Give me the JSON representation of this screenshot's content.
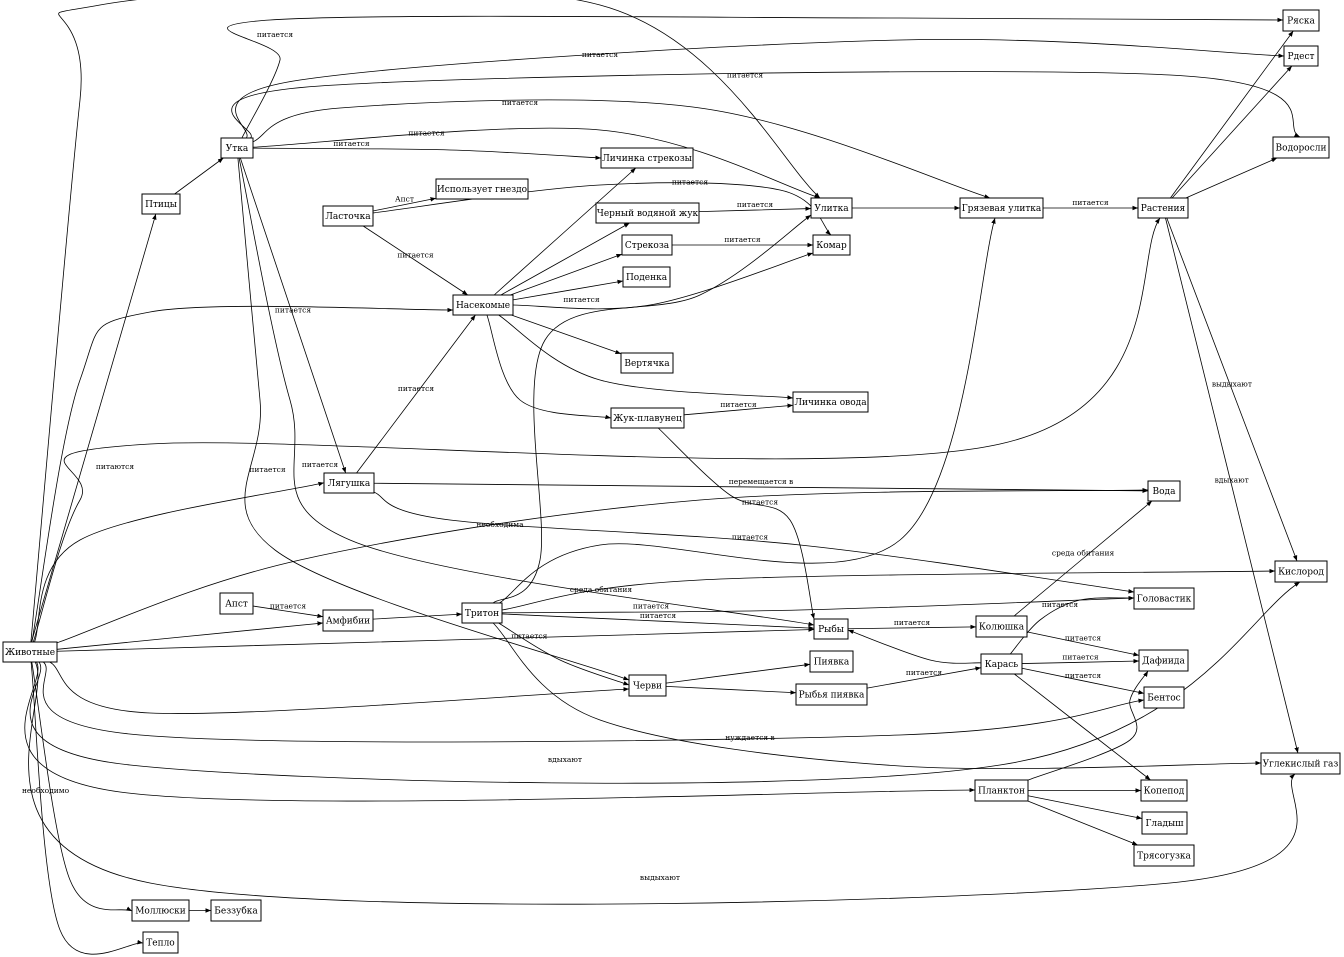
{
  "diagram": {
    "type": "directed-graph",
    "nodes": [
      {
        "id": "zhivotnye",
        "label": "Животные"
      },
      {
        "id": "ptitsy",
        "label": "Птицы"
      },
      {
        "id": "utka",
        "label": "Утка"
      },
      {
        "id": "lastochka",
        "label": "Ласточка"
      },
      {
        "id": "ispolzuet_gnezdo",
        "label": "Использует гнездо"
      },
      {
        "id": "lichinka_strekozy",
        "label": "Личинка стрекозы"
      },
      {
        "id": "chernyi_vodyanoi_zhuk",
        "label": "Черный водяной жук"
      },
      {
        "id": "strekoza",
        "label": "Стрекоза"
      },
      {
        "id": "podenka",
        "label": "Поденка"
      },
      {
        "id": "nasekomye",
        "label": "Насекомые"
      },
      {
        "id": "vertyachka",
        "label": "Вертячка"
      },
      {
        "id": "zhuk_plavunets",
        "label": "Жук-плавунец"
      },
      {
        "id": "lichinka_ovoda",
        "label": "Личинка овода"
      },
      {
        "id": "ulitka",
        "label": "Улитка"
      },
      {
        "id": "komar",
        "label": "Комар"
      },
      {
        "id": "gryazevaya_ulitka",
        "label": "Грязевая улитка"
      },
      {
        "id": "rasteniya",
        "label": "Растения"
      },
      {
        "id": "ryaska",
        "label": "Ряска"
      },
      {
        "id": "rdest",
        "label": "Рдест"
      },
      {
        "id": "vodorosli",
        "label": "Водоросли"
      },
      {
        "id": "lyagushka",
        "label": "Лягушка"
      },
      {
        "id": "voda",
        "label": "Вода"
      },
      {
        "id": "kislorod",
        "label": "Кислород"
      },
      {
        "id": "apst",
        "label": "Апст"
      },
      {
        "id": "amfibii",
        "label": "Амфибии"
      },
      {
        "id": "triton",
        "label": "Тритон"
      },
      {
        "id": "golovastik",
        "label": "Головастик"
      },
      {
        "id": "ryby",
        "label": "Рыбы"
      },
      {
        "id": "kolyushka",
        "label": "Колюшка"
      },
      {
        "id": "karas",
        "label": "Карась"
      },
      {
        "id": "dafniya",
        "label": "Дафиида"
      },
      {
        "id": "bentos",
        "label": "Бентос"
      },
      {
        "id": "chervi",
        "label": "Черви"
      },
      {
        "id": "piyavka",
        "label": "Пиявка"
      },
      {
        "id": "rybya_piyavka",
        "label": "Рыбья пиявка"
      },
      {
        "id": "uglekislyi_gaz",
        "label": "Углекислый газ"
      },
      {
        "id": "plankton",
        "label": "Планктон"
      },
      {
        "id": "kopepod",
        "label": "Копепод"
      },
      {
        "id": "gladysh",
        "label": "Гладыш"
      },
      {
        "id": "tryasoguzka",
        "label": "Трясогузка"
      },
      {
        "id": "mollyuski",
        "label": "Моллюски"
      },
      {
        "id": "bezzubka",
        "label": "Беззубка"
      },
      {
        "id": "teplo",
        "label": "Тепло"
      }
    ],
    "edges": [
      {
        "from": "zhivotnye",
        "to": "ptitsy",
        "label": ""
      },
      {
        "from": "zhivotnye",
        "to": "ulitka",
        "label": ""
      },
      {
        "from": "zhivotnye",
        "to": "nasekomye",
        "label": ""
      },
      {
        "from": "zhivotnye",
        "to": "rasteniya",
        "label": "питаются"
      },
      {
        "from": "zhivotnye",
        "to": "lyagushka",
        "label": ""
      },
      {
        "from": "zhivotnye",
        "to": "voda",
        "label": "необходима"
      },
      {
        "from": "zhivotnye",
        "to": "amfibii",
        "label": ""
      },
      {
        "from": "zhivotnye",
        "to": "ryby",
        "label": ""
      },
      {
        "from": "zhivotnye",
        "to": "chervi",
        "label": ""
      },
      {
        "from": "zhivotnye",
        "to": "bentos",
        "label": ""
      },
      {
        "from": "zhivotnye",
        "to": "kislorod",
        "label": "вдыхают"
      },
      {
        "from": "zhivotnye",
        "to": "plankton",
        "label": ""
      },
      {
        "from": "zhivotnye",
        "to": "uglekislyi_gaz",
        "label": "выдыхают"
      },
      {
        "from": "zhivotnye",
        "to": "mollyuski",
        "label": ""
      },
      {
        "from": "zhivotnye",
        "to": "teplo",
        "label": "необходимо"
      },
      {
        "from": "ptitsy",
        "to": "utka",
        "label": ""
      },
      {
        "from": "utka",
        "to": "ryaska",
        "label": "питается"
      },
      {
        "from": "utka",
        "to": "rdest",
        "label": "питается"
      },
      {
        "from": "utka",
        "to": "vodorosli",
        "label": "питается"
      },
      {
        "from": "utka",
        "to": "gryazevaya_ulitka",
        "label": "питается"
      },
      {
        "from": "utka",
        "to": "ulitka",
        "label": "питается"
      },
      {
        "from": "utka",
        "to": "lichinka_strekozy",
        "label": "питается"
      },
      {
        "from": "utka",
        "to": "lyagushka",
        "label": "питается"
      },
      {
        "from": "utka",
        "to": "ryby",
        "label": "питается"
      },
      {
        "from": "utka",
        "to": "chervi",
        "label": "питается"
      },
      {
        "from": "lastochka",
        "to": "ispolzuet_gnezdo",
        "label": "Апст"
      },
      {
        "from": "lastochka",
        "to": "komar",
        "label": "питается"
      },
      {
        "from": "lastochka",
        "to": "nasekomye",
        "label": "питается"
      },
      {
        "from": "nasekomye",
        "to": "lichinka_strekozy",
        "label": ""
      },
      {
        "from": "nasekomye",
        "to": "chernyi_vodyanoi_zhuk",
        "label": ""
      },
      {
        "from": "nasekomye",
        "to": "strekoza",
        "label": ""
      },
      {
        "from": "nasekomye",
        "to": "podenka",
        "label": ""
      },
      {
        "from": "nasekomye",
        "to": "komar",
        "label": "питается"
      },
      {
        "from": "nasekomye",
        "to": "vertyachka",
        "label": ""
      },
      {
        "from": "nasekomye",
        "to": "lichinka_ovoda",
        "label": ""
      },
      {
        "from": "nasekomye",
        "to": "zhuk_plavunets",
        "label": ""
      },
      {
        "from": "chernyi_vodyanoi_zhuk",
        "to": "ulitka",
        "label": "питается"
      },
      {
        "from": "strekoza",
        "to": "komar",
        "label": "питается"
      },
      {
        "from": "zhuk_plavunets",
        "to": "lichinka_ovoda",
        "label": "питается"
      },
      {
        "from": "zhuk_plavunets",
        "to": "ryby",
        "label": "питается"
      },
      {
        "from": "ulitka",
        "to": "gryazevaya_ulitka",
        "label": ""
      },
      {
        "from": "gryazevaya_ulitka",
        "to": "rasteniya",
        "label": "питается"
      },
      {
        "from": "rasteniya",
        "to": "ryaska",
        "label": ""
      },
      {
        "from": "rasteniya",
        "to": "rdest",
        "label": ""
      },
      {
        "from": "rasteniya",
        "to": "vodorosli",
        "label": ""
      },
      {
        "from": "rasteniya",
        "to": "kislorod",
        "label": "выдыхают"
      },
      {
        "from": "rasteniya",
        "to": "uglekislyi_gaz",
        "label": "вдыхают"
      },
      {
        "from": "lyagushka",
        "to": "nasekomye",
        "label": "питается"
      },
      {
        "from": "lyagushka",
        "to": "voda",
        "label": "перемещается в"
      },
      {
        "from": "lyagushka",
        "to": "golovastik",
        "label": ""
      },
      {
        "from": "apst",
        "to": "amfibii",
        "label": "питается"
      },
      {
        "from": "amfibii",
        "to": "triton",
        "label": ""
      },
      {
        "from": "triton",
        "to": "ulitka",
        "label": ""
      },
      {
        "from": "triton",
        "to": "gryazevaya_ulitka",
        "label": "питается"
      },
      {
        "from": "triton",
        "to": "kislorod",
        "label": "среда обитания"
      },
      {
        "from": "triton",
        "to": "golovastik",
        "label": "питается"
      },
      {
        "from": "triton",
        "to": "ryby",
        "label": "питается"
      },
      {
        "from": "triton",
        "to": "chervi",
        "label": "питается"
      },
      {
        "from": "triton",
        "to": "uglekislyi_gaz",
        "label": "нуждается в"
      },
      {
        "from": "ryby",
        "to": "kolyushka",
        "label": "питается"
      },
      {
        "from": "karas",
        "to": "ryby",
        "label": ""
      },
      {
        "from": "kolyushka",
        "to": "voda",
        "label": "среда обитания"
      },
      {
        "from": "kolyushka",
        "to": "dafniya",
        "label": "питается"
      },
      {
        "from": "karas",
        "to": "golovastik",
        "label": "питается"
      },
      {
        "from": "karas",
        "to": "dafniya",
        "label": "питается"
      },
      {
        "from": "karas",
        "to": "bentos",
        "label": "питается"
      },
      {
        "from": "karas",
        "to": "kopepod",
        "label": ""
      },
      {
        "from": "chervi",
        "to": "piyavka",
        "label": ""
      },
      {
        "from": "chervi",
        "to": "rybya_piyavka",
        "label": ""
      },
      {
        "from": "rybya_piyavka",
        "to": "karas",
        "label": "питается"
      },
      {
        "from": "plankton",
        "to": "dafniya",
        "label": ""
      },
      {
        "from": "plankton",
        "to": "kopepod",
        "label": ""
      },
      {
        "from": "plankton",
        "to": "gladysh",
        "label": ""
      },
      {
        "from": "plankton",
        "to": "tryasoguzka",
        "label": ""
      },
      {
        "from": "mollyuski",
        "to": "bezzubka",
        "label": ""
      }
    ]
  }
}
